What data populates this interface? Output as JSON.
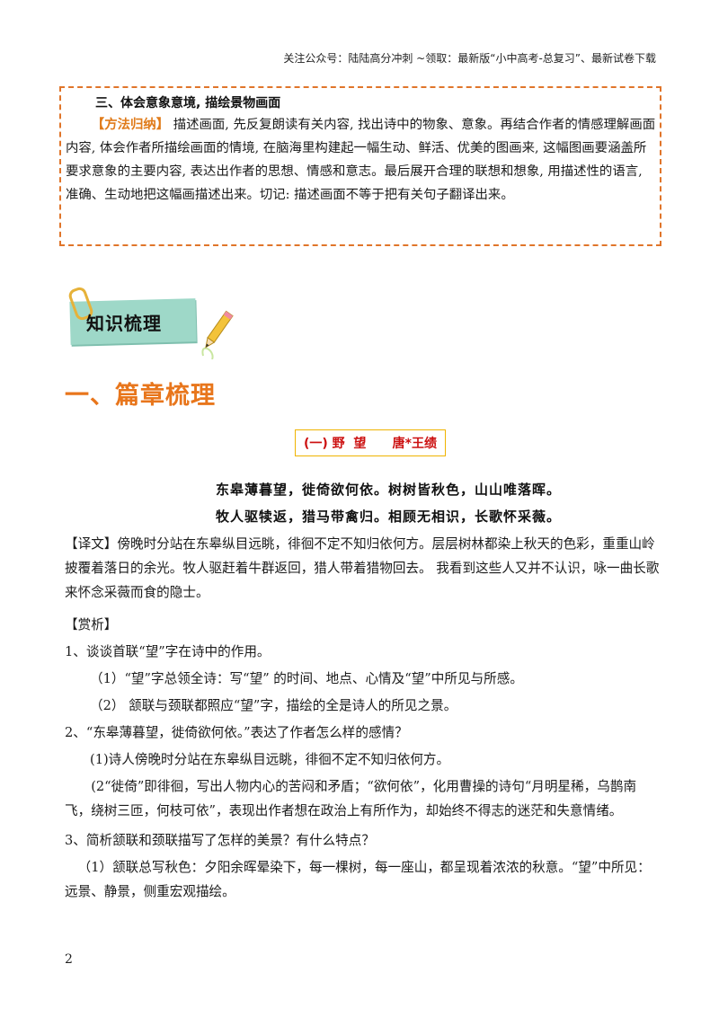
{
  "header": {
    "note": "关注公众号：陆陆高分冲刺 ~领取：最新版“小中高考-总复习”、最新试卷下载"
  },
  "method_box": {
    "heading": "三、体会意象意境, 描绘景物画面",
    "tag": "【方法归纳】",
    "body": "描述画面, 先反复朗读有关内容, 找出诗中的物象、意象。再结合作者的情感理解画面内容, 体会作者所描绘画面的情境, 在脑海里构建起一幅生动、鲜活、优美的图画来, 这幅图画要涵盖所要求意象的主要内容, 表达出作者的思想、情感和意志。最后展开合理的联想和想象, 用描述性的语言, 准确、生动地把这幅画描述出来。切记: 描述画面不等于把有关句子翻译出来。"
  },
  "banner": {
    "title": "知识梳理"
  },
  "section": {
    "title": "一、篇章梳理"
  },
  "poem": {
    "title": "(一) 野  望      唐*王绩",
    "lines": [
      "东皋薄暮望，徙倚欲何依。树树皆秋色，山山唯落晖。",
      "牧人驱犊返，猎马带禽归。相顾无相识，长歌怀采薇。"
    ]
  },
  "translation": {
    "text": "【译文】傍晚时分站在东皋纵目远眺，徘徊不定不知归依何方。层层树林都染上秋天的色彩，重重山岭披覆着落日的余光。牧人驱赶着牛群返回，猎人带着猎物回去。 我看到这些人又并不认识，咏一曲长歌来怀念采薇而食的隐士。"
  },
  "appreciation": {
    "label": "【赏析】",
    "items": [
      "1、谈谈首联“望”字在诗中的作用。",
      "（1）“望”字总领全诗：写“望” 的时间、地点、心情及“望”中所见与所感。",
      "（2） 颔联与颈联都照应“望”字，描绘的全是诗人的所见之景。",
      "2、“东皋薄暮望，徙倚欲何依。”表达了作者怎么样的感情？",
      "(1)诗人傍晚时分站在东皋纵目远眺，徘徊不定不知归依何方。",
      "(2“徙倚”即徘徊，写出人物内心的苦闷和矛盾；“欲何依”，化用曹操的诗句“月明星稀，乌鹊南飞，绕树三匝，何枝可依”，表现出作者想在政治上有所作为，却始终不得志的迷茫和失意情绪。",
      "3、简析颔联和颈联描写了怎样的美景？有什么特点？",
      "（1）颔联总写秋色：夕阳余晖晕染下，每一棵树，每一座山，都呈现着浓浓的秋意。“望”中所见：远景、静景，侧重宏观描绘。"
    ]
  },
  "footer": {
    "page_number": "2"
  },
  "colors": {
    "accent_orange": "#e8761c",
    "box_border": "#e0752a",
    "poem_title_red": "#cc1010",
    "poem_border": "#f0b400",
    "banner_green": "#9ed8c8"
  }
}
